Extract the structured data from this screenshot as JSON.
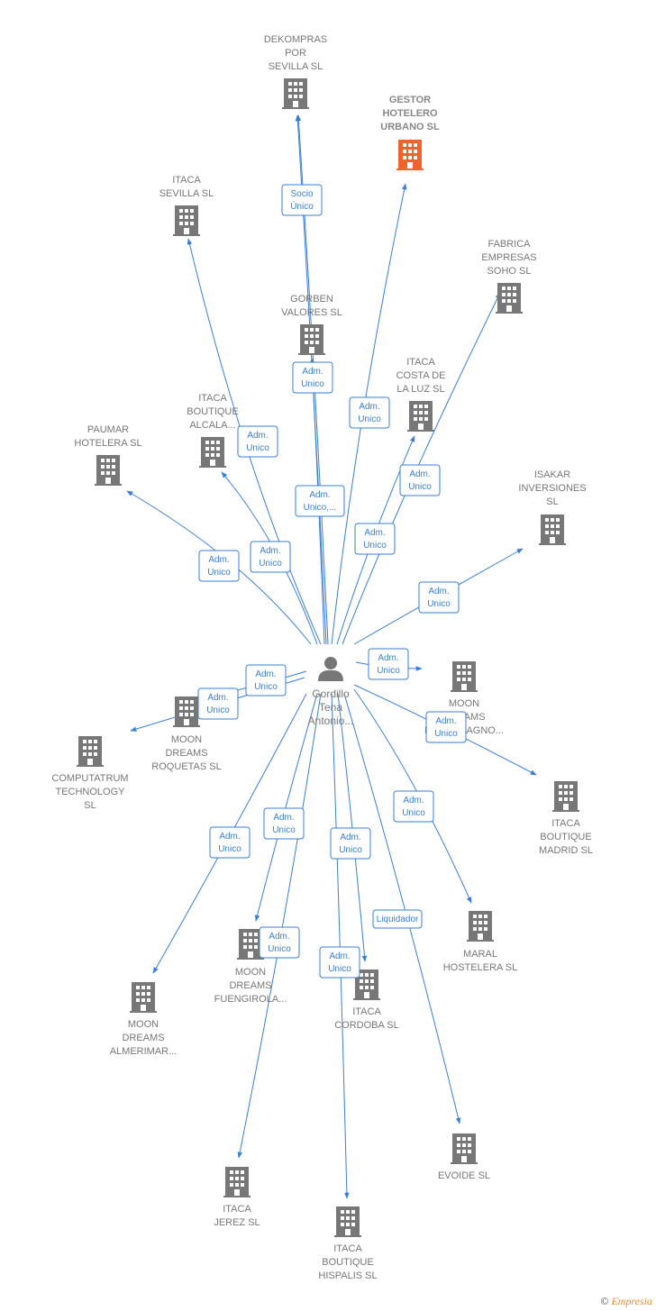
{
  "center": {
    "label_lines": [
      "Gordillo",
      "Tena",
      "Antonio..."
    ],
    "icon": "person-icon"
  },
  "colors": {
    "edge": "#3a7fd5",
    "building": "#777777",
    "highlight": "#f0642c"
  },
  "companies": [
    {
      "id": "dekompras",
      "label_lines": [
        "DEKOMPRAS",
        "POR",
        "SEVILLA SL"
      ]
    },
    {
      "id": "gestor",
      "label_lines": [
        "GESTOR",
        "HOTELERO",
        "URBANO  SL"
      ],
      "highlight": true
    },
    {
      "id": "itaca-sevilla",
      "label_lines": [
        "ITACA",
        "SEVILLA  SL"
      ]
    },
    {
      "id": "fabrica",
      "label_lines": [
        "FABRICA",
        "EMPRESAS",
        "SOHO  SL"
      ]
    },
    {
      "id": "gorben",
      "label_lines": [
        "GORBEN",
        "VALORES  SL"
      ]
    },
    {
      "id": "itaca-costa",
      "label_lines": [
        "ITACA",
        "COSTA DE",
        "LA LUZ  SL"
      ]
    },
    {
      "id": "itaca-alcala",
      "label_lines": [
        "ITACA",
        "BOUTIQUE",
        "ALCALA..."
      ]
    },
    {
      "id": "paumar",
      "label_lines": [
        "PAUMAR",
        "HOTELERA  SL"
      ]
    },
    {
      "id": "isakar",
      "label_lines": [
        "ISAKAR",
        "INVERSIONES",
        "SL"
      ]
    },
    {
      "id": "moon-pla",
      "label_lines": [
        "MOON",
        "DREAMS",
        "PLAZA MAGNO..."
      ]
    },
    {
      "id": "moon-roquetas",
      "label_lines": [
        "MOON",
        "DREAMS",
        "ROQUETAS  SL"
      ]
    },
    {
      "id": "computatrum",
      "label_lines": [
        "COMPUTATRUM",
        "TECHNOLOGY",
        "SL"
      ]
    },
    {
      "id": "itaca-madrid",
      "label_lines": [
        "ITACA",
        "BOUTIQUE",
        "MADRID  SL"
      ]
    },
    {
      "id": "maral",
      "label_lines": [
        "MARAL",
        "HOSTELERA SL"
      ]
    },
    {
      "id": "moon-fuengirola",
      "label_lines": [
        "MOON",
        "DREAMS",
        "FUENGIROLA..."
      ]
    },
    {
      "id": "itaca-cordoba",
      "label_lines": [
        "ITACA",
        "CORDOBA  SL"
      ]
    },
    {
      "id": "moon-almerimar",
      "label_lines": [
        "MOON",
        "DREAMS",
        "ALMERIMAR..."
      ]
    },
    {
      "id": "evoide",
      "label_lines": [
        "EVOIDE  SL"
      ]
    },
    {
      "id": "itaca-jerez",
      "label_lines": [
        "ITACA",
        "JEREZ  SL"
      ]
    },
    {
      "id": "itaca-hispalis",
      "label_lines": [
        "ITACA",
        "BOUTIQUE",
        "HISPALIS  SL"
      ]
    }
  ],
  "relations": [
    {
      "target": "dekompras",
      "label_lines": [
        "Socio",
        "Único"
      ]
    },
    {
      "target": "gorben",
      "label_lines": [
        "Adm.",
        "Unico"
      ]
    },
    {
      "target": "gestor",
      "label_lines": [
        "Adm.",
        "Unico"
      ]
    },
    {
      "target": "itaca-sevilla",
      "label_lines": [
        "Adm.",
        "Unico"
      ]
    },
    {
      "target": "dekompras",
      "label_lines": [
        "Adm.",
        "Unico,..."
      ]
    },
    {
      "target": "itaca-costa",
      "label_lines": [
        "Adm.",
        "Unico"
      ]
    },
    {
      "target": "fabrica",
      "label_lines": [
        "Adm.",
        "Unico"
      ]
    },
    {
      "target": "itaca-alcala",
      "label_lines": [
        "Adm.",
        "Unico"
      ]
    },
    {
      "target": "paumar",
      "label_lines": [
        "Adm.",
        "Unico"
      ]
    },
    {
      "target": "isakar",
      "label_lines": [
        "Adm.",
        "Unico"
      ]
    },
    {
      "target": "moon-pla",
      "label_lines": [
        "Adm.",
        "Unico"
      ]
    },
    {
      "target": "moon-roquetas",
      "label_lines": [
        "Adm.",
        "Unico"
      ]
    },
    {
      "target": "computatrum",
      "label_lines": [
        "Adm.",
        "Unico"
      ]
    },
    {
      "target": "itaca-madrid",
      "label_lines": [
        "Adm.",
        "Unico"
      ]
    },
    {
      "target": "maral",
      "label_lines": [
        "Adm.",
        "Unico"
      ]
    },
    {
      "target": "moon-almerimar",
      "label_lines": [
        "Adm.",
        "Unico"
      ]
    },
    {
      "target": "moon-fuengirola",
      "label_lines": [
        "Adm.",
        "Unico"
      ]
    },
    {
      "target": "itaca-cordoba",
      "label_lines": [
        "Adm.",
        "Unico"
      ]
    },
    {
      "target": "itaca-jerez",
      "label_lines": [
        "Adm.",
        "Unico"
      ]
    },
    {
      "target": "itaca-hispalis",
      "label_lines": [
        "Adm.",
        "Unico"
      ]
    },
    {
      "target": "evoide",
      "label_lines": [
        "Liquidador"
      ]
    }
  ],
  "footer": {
    "copyright": "©",
    "brand": "Empresia"
  }
}
